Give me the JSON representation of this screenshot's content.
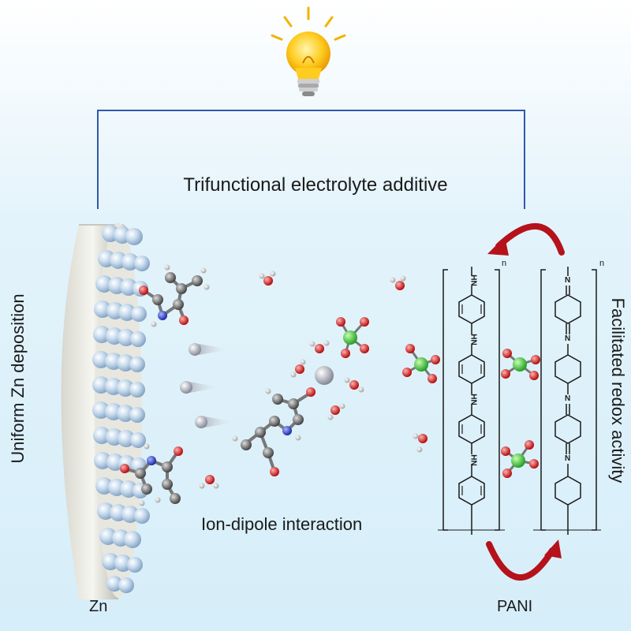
{
  "labels": {
    "title": "Trifunctional electrolyte additive",
    "interaction": "Ion-dipole interaction",
    "left_vertical": "Uniform Zn deposition",
    "right_vertical": "Facilitated redox activity",
    "zn": "Zn",
    "pani": "PANI",
    "repeat_unit": "n",
    "amine_hn": "HN",
    "imine_n": "N"
  },
  "colors": {
    "bracket_line": "#2e5aa8",
    "arrow_red": "#b5121b",
    "zn_sphere": "#b9cfe6",
    "carbon": "#606060",
    "oxygen": "#e01616",
    "nitrogen": "#2438c8",
    "hydrogen": "#e8e8e8",
    "chlorine": "#3cc43c",
    "zinc_ion": "#b8bcc6"
  }
}
